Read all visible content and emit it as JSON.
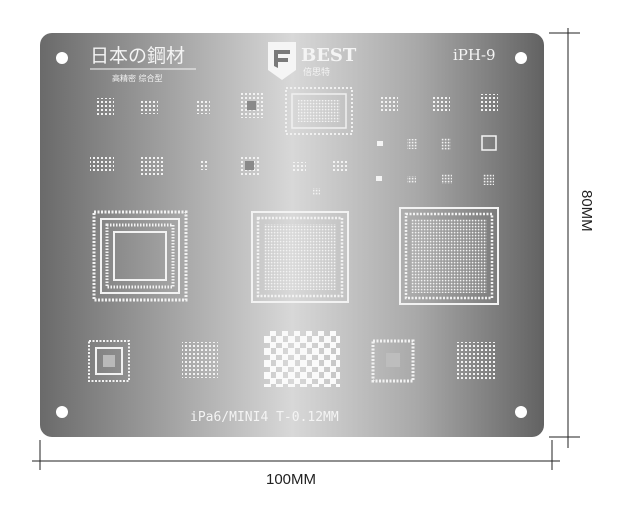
{
  "plate": {
    "maker_jp": "日本の鋼材",
    "maker_sub": "高精密 综合型",
    "brand": "BEST",
    "brand_cn": "倍思特",
    "model": "iPH-9",
    "footer": "iPa6/MINI4  T-0.12MM"
  },
  "dimensions": {
    "width_label": "100MM",
    "height_label": "80MM"
  },
  "colors": {
    "plate_dark": "#5c5c5c",
    "plate_light": "#d9d9d9",
    "hole": "#ffffff",
    "dimension_line": "#222222"
  }
}
